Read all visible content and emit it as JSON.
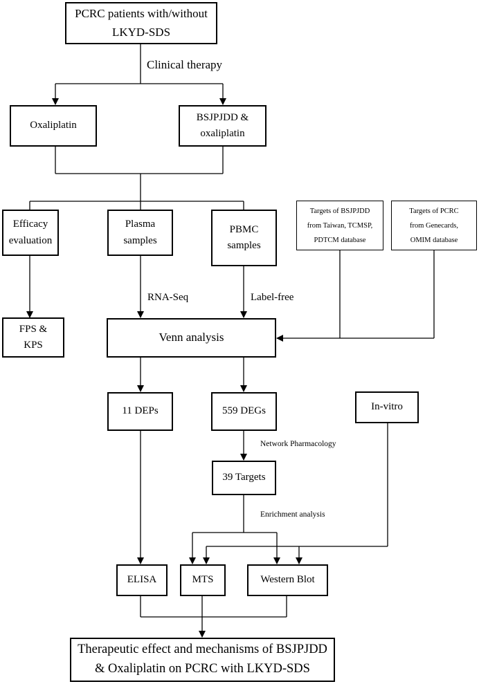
{
  "boxes": {
    "patients": [
      "PCRC patients with/without",
      "LKYD-SDS"
    ],
    "oxaliplatin": "Oxaliplatin",
    "combo": [
      "BSJPJDD &",
      "oxaliplatin"
    ],
    "efficacy": [
      "Efficacy",
      "evaluation"
    ],
    "plasma": [
      "Plasma",
      "samples"
    ],
    "pbmc": [
      "PBMC",
      "samples"
    ],
    "targets_bsjpjdd": [
      "Targets of BSJPJDD",
      "from Taiwan, TCMSP,",
      "PDTCM database"
    ],
    "targets_pcrc": [
      "Targets of PCRC",
      "from Genecards,",
      "OMIM database"
    ],
    "fps_kps": [
      "FPS &",
      "KPS"
    ],
    "venn": "Venn analysis",
    "deps": "11 DEPs",
    "degs": "559 DEGs",
    "invitro": "In-vitro",
    "targets39": "39 Targets",
    "elisa": "ELISA",
    "mts": "MTS",
    "western": "Western Blot",
    "final": [
      "Therapeutic effect and mechanisms of BSJPJDD",
      "& Oxaliplatin on PCRC with LKYD-SDS"
    ]
  },
  "labels": {
    "clinical_therapy": "Clinical therapy",
    "rna_seq": "RNA-Seq",
    "label_free": "Label-free",
    "network_pharmacology": "Network Pharmacology",
    "enrichment_analysis": "Enrichment analysis"
  }
}
